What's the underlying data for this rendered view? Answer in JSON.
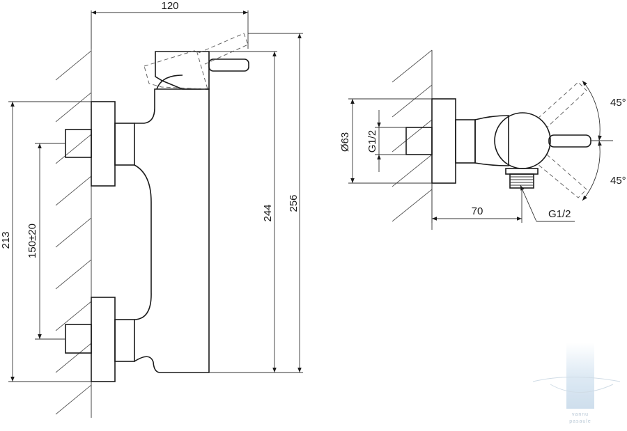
{
  "front_view": {
    "dim_overall_width": "120",
    "dim_height_lever": "256",
    "dim_height_body": "244",
    "dim_total_inlets": "213",
    "dim_inlet_spacing": "150±20"
  },
  "side_view": {
    "dim_diameter": "Ø63",
    "dim_inlet_thread": "G1/2",
    "dim_outlet_thread": "G1/2",
    "dim_depth": "70",
    "angle_up": "45°",
    "angle_down": "45°"
  },
  "watermark": {
    "line1": "vannu",
    "line2": "pasaule"
  }
}
